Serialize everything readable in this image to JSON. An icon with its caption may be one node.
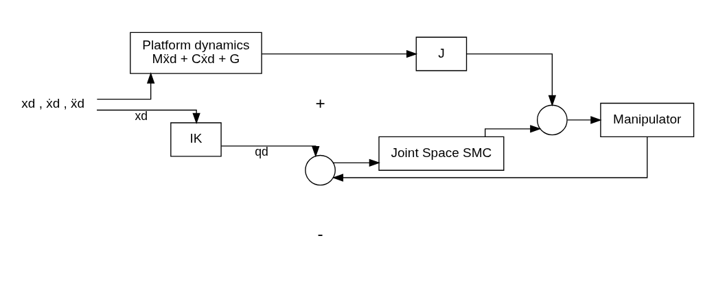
{
  "diagram": {
    "nodes": [
      {
        "text": [
          "xd , ẋd , ẍd"
        ]
      },
      {
        "text": [
          "Platform dynamics",
          "Mẍd + Cẋd + G"
        ]
      },
      {
        "text": [
          "J"
        ]
      },
      {
        "text": [
          "IK"
        ]
      },
      {
        "text": [],
        "shape": "circle"
      },
      {
        "text": [
          "Joint Space SMC"
        ]
      },
      {
        "text": [],
        "shape": "circle"
      },
      {
        "text": [
          "Manipulator"
        ]
      }
    ],
    "edges": [
      {
        "from": 0,
        "to": 1,
        "arrow": "to"
      },
      {
        "from": 0,
        "to": 3,
        "arrow": "to",
        "label": "xd"
      },
      {
        "from": 1,
        "to": 2,
        "arrow": "to"
      },
      {
        "from": 3,
        "to": 4,
        "arrow": "to",
        "label": "qd"
      },
      {
        "from": 4,
        "to": 5,
        "arrow": "to"
      },
      {
        "from": 5,
        "to": 6,
        "arrow": "to"
      },
      {
        "from": 2,
        "to": 6,
        "arrow": "to"
      },
      {
        "from": 6,
        "to": 7,
        "arrow": "to"
      },
      {
        "from": 7,
        "to": 4,
        "arrow": "to"
      }
    ],
    "labels": [
      "+",
      "-"
    ]
  }
}
